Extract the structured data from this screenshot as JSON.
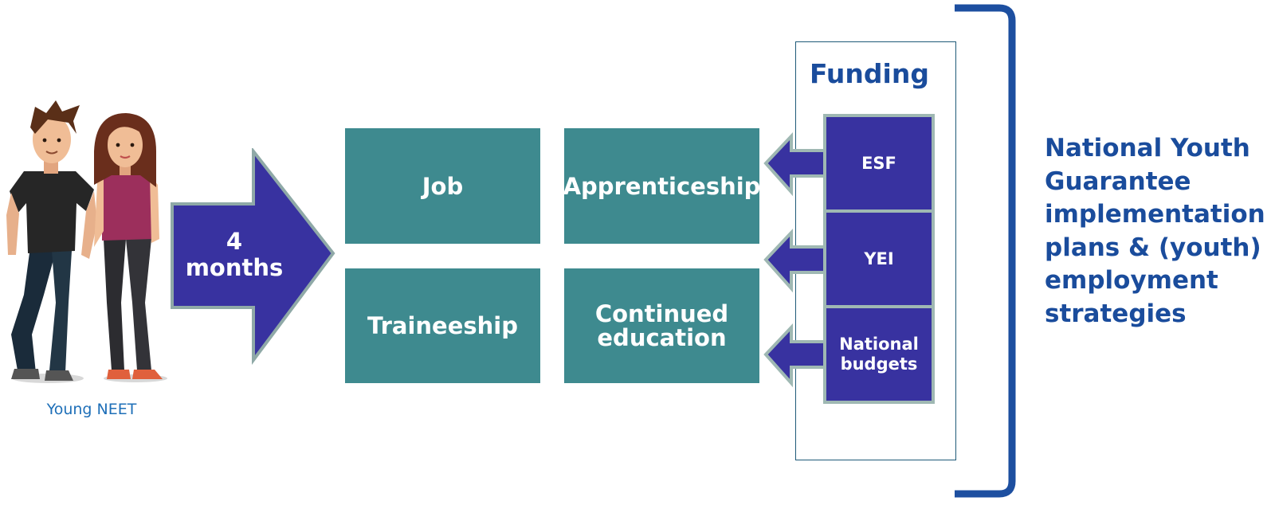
{
  "person": {
    "label": "Young NEET"
  },
  "main_arrow": {
    "label": "4\nmonths"
  },
  "offers": {
    "job": "Job",
    "apprenticeship": "Apprenticeship",
    "traineeship": "Traineeship",
    "continued_education": "Continued\neducation"
  },
  "funding": {
    "title": "Funding",
    "sources": [
      "ESF",
      "YEI",
      "National\nbudgets"
    ]
  },
  "strategy": {
    "text": "National Youth\nGuarantee\nimplementation\nplans & (youth)\nemployment\nstrategies"
  },
  "colors": {
    "teal_box": "#3e8a8f",
    "indigo": "#3832a0",
    "brand_blue": "#1a4c9c",
    "bracket_blue": "#1d4fa0"
  }
}
